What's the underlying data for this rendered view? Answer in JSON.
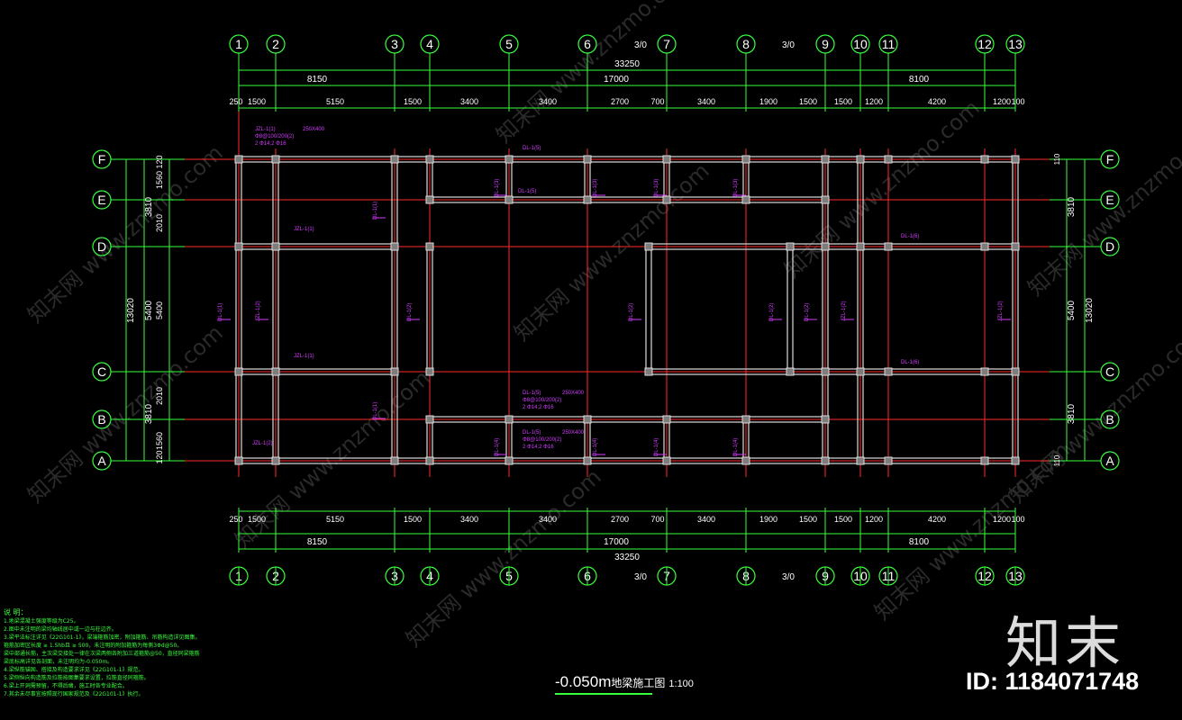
{
  "axes_x": [
    "1",
    "2",
    "3",
    "3/0",
    "4",
    "5",
    "6",
    "7",
    "8",
    "3/0",
    "9",
    "10",
    "11",
    "12",
    "13"
  ],
  "axes_y": [
    "F",
    "E",
    "D",
    "C",
    "B",
    "A"
  ],
  "dims": {
    "overall": "33250",
    "seg1": [
      "8150",
      "17000",
      "8100"
    ],
    "detail": [
      "250",
      "1500",
      "5150",
      "1500",
      "3400",
      "3400",
      "2700",
      "700",
      "3400",
      "1900",
      "1500",
      "1500",
      "1200",
      "4200",
      "1200",
      "100"
    ]
  },
  "left_dims": {
    "total": "13020",
    "mid": [
      "3810",
      "5400",
      "3810"
    ],
    "fine": [
      "120",
      "1560",
      "2010",
      "5400",
      "2010",
      "1560",
      "120"
    ]
  },
  "right_dims": {
    "total": "13020",
    "mid": [
      "3810",
      "5400",
      "3810"
    ],
    "edge": [
      "110",
      "110"
    ]
  },
  "beam_tags": {
    "jzl1": "JZL-1(1)",
    "jzl2": "JZL-1(2)",
    "dl1": "DL-1(1)",
    "dl2": "DL-1(2)",
    "dl3": "DL-1(3)",
    "dl4": "DL-1(4)",
    "dl5": "DL-1(5)",
    "dl6": "DL-1(6)",
    "sec1": "250X400",
    "rebar1": "Φ8@100/200(2)",
    "rebar2": "2 Φ14;2 Φ16"
  },
  "notes": {
    "heading": "说 明：",
    "lines": [
      "1.地梁混凝土强度等级为C25。",
      "2.图中未注明的梁均轴线居中或一边与柱边齐。",
      "3.梁平法标注详见《22G101-1》，梁端箍筋加密，附加箍筋、吊筋构造详见图集。",
      "  箍筋加密区长度 ≥ 1.5hb且 ≥ 500，未注明的附加箍筋为每侧3Φd@50。",
      "  梁中部通长筋，主次梁交接处一律在次梁两侧各附加三道箍筋@50，直径同梁箍筋",
      "  梁底标高详见各剖面，未注明均为-0.050m。",
      "4.梁纵筋锚固、搭接及构造要求详见《22G101-1》规范。",
      "5.梁侧纵向构造筋及拉筋按图集要求设置，拉筋直径同箍筋。",
      "6.梁上开洞需预留，不得后凿，施工时各专业配合。",
      "7.其余未尽事宜按照现行国家规范及《22G101-1》执行。"
    ]
  },
  "title": {
    "main": "-0.050m",
    "zh": "地梁施工图",
    "scale": "1:100"
  },
  "watermark": {
    "text": "知末网 www.znzmo.com",
    "logo": "知末",
    "id": "ID: 1184071748"
  },
  "colors": {
    "grid_green": "#39ff3d",
    "axis_red": "#ff2a2a",
    "beam": "#bdbdbd",
    "tag_magenta": "#d23cff",
    "bg": "#000000"
  }
}
